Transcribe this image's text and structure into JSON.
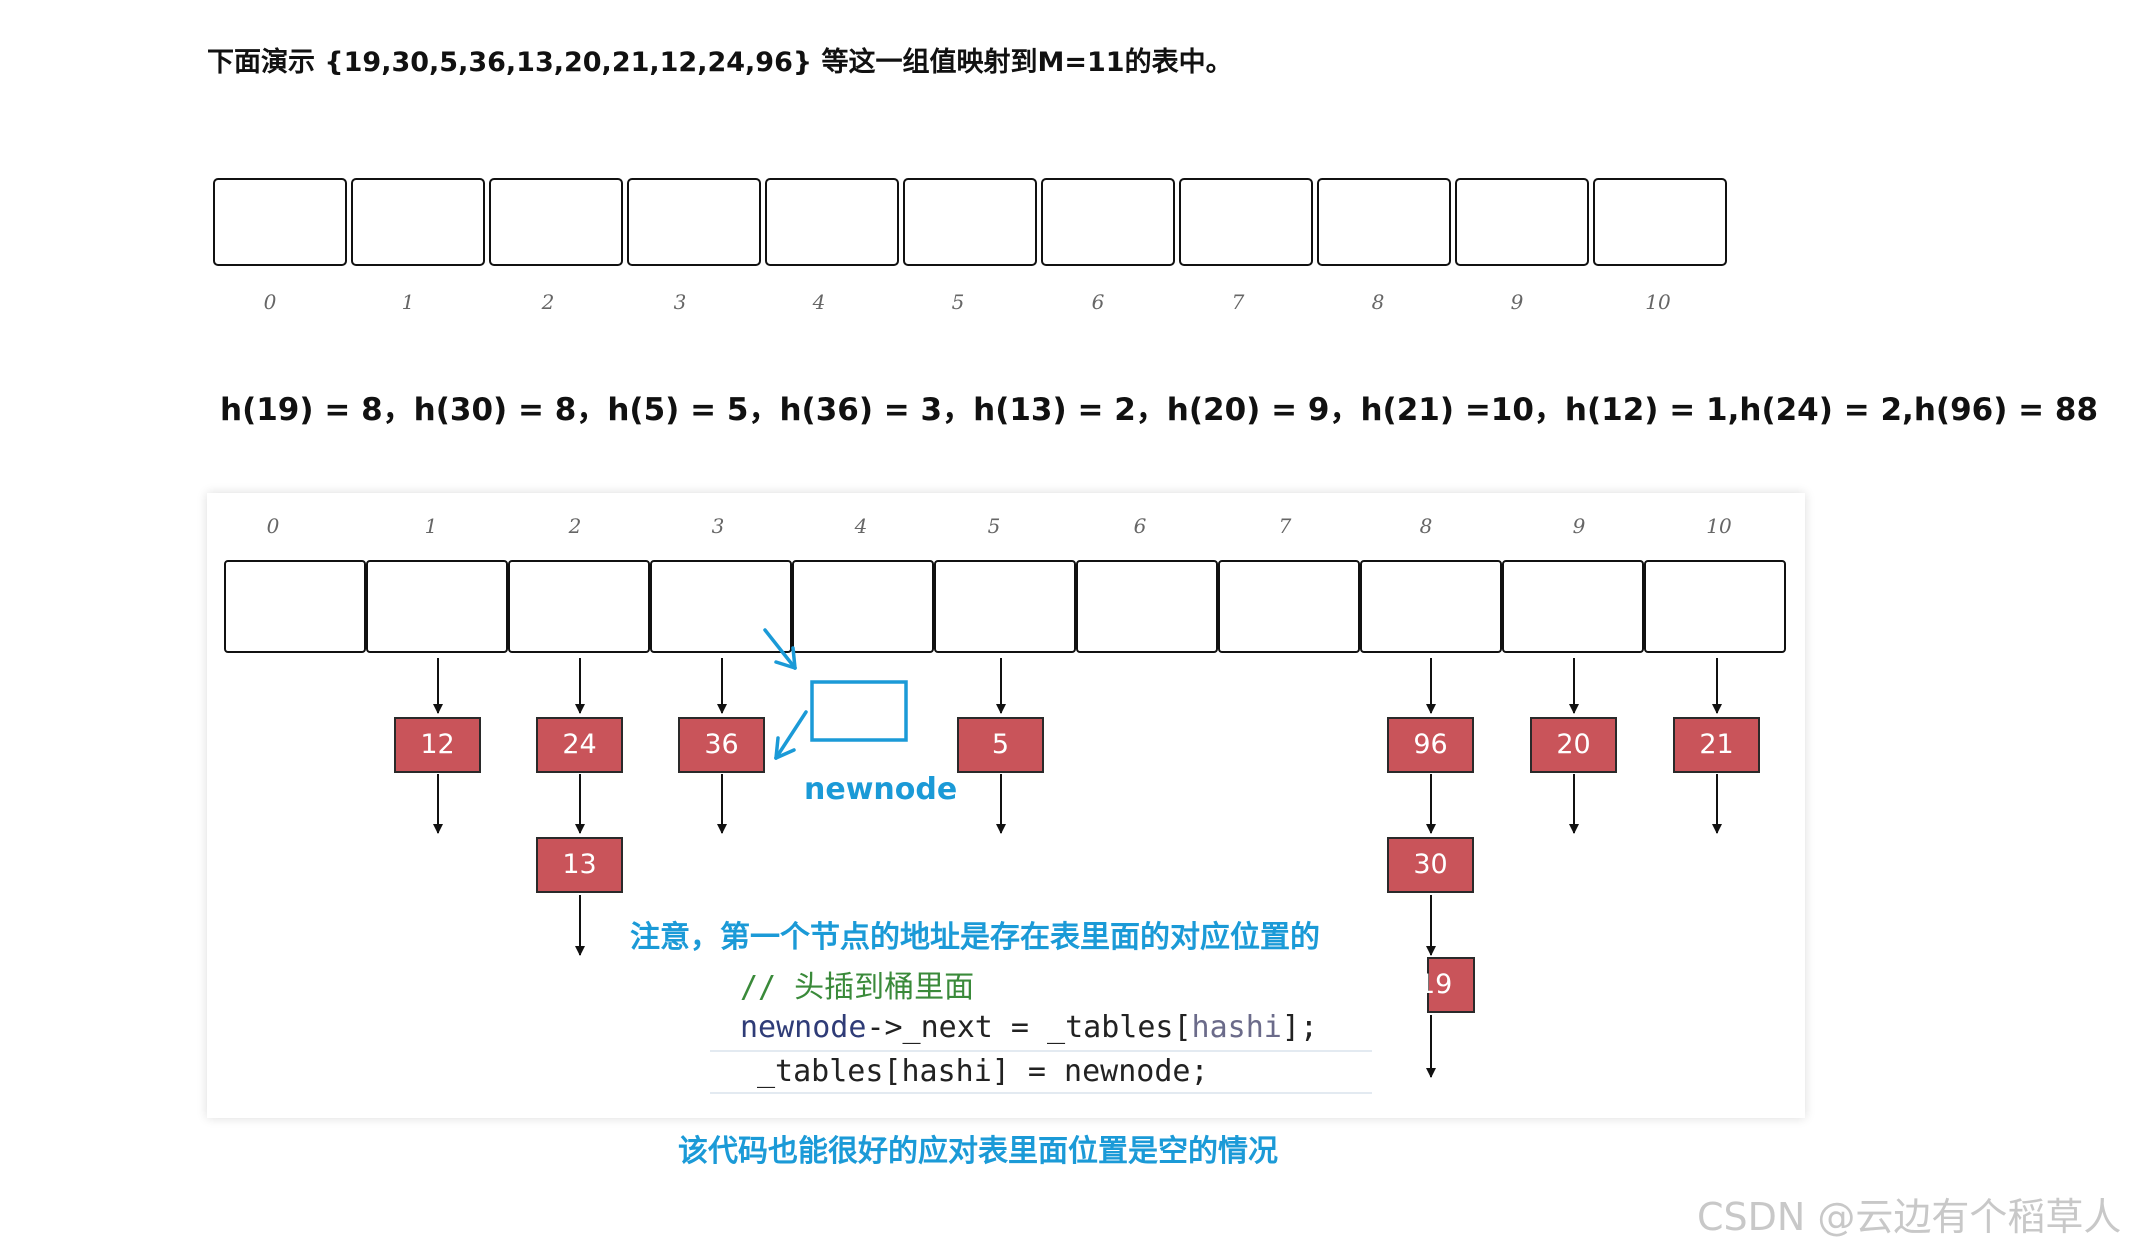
{
  "title": "下面演示 {19,30,5,36,13,20,21,12,24,96} 等这一组值映射到M=11的表中。",
  "indices": [
    "0",
    "1",
    "2",
    "3",
    "4",
    "5",
    "6",
    "7",
    "8",
    "9",
    "10"
  ],
  "formula": "h(19) = 8，h(30) = 8，h(5) = 5，h(36) = 3，h(13) = 2，h(20) = 9，h(21) =10，h(12) = 1,h(24) = 2,h(96) = 88",
  "buckets": [
    {
      "index": 1,
      "nodes": [
        "12"
      ]
    },
    {
      "index": 2,
      "nodes": [
        "24",
        "13"
      ]
    },
    {
      "index": 3,
      "nodes": [
        "36"
      ]
    },
    {
      "index": 5,
      "nodes": [
        "5"
      ]
    },
    {
      "index": 8,
      "nodes": [
        "96",
        "30",
        "19"
      ]
    },
    {
      "index": 9,
      "nodes": [
        "20"
      ]
    },
    {
      "index": 10,
      "nodes": [
        "21"
      ]
    }
  ],
  "newnode_label": "newnode",
  "note_first_node": "注意，第一个节点的地址是存在表里面的对应位置的",
  "code": {
    "comment": "// 头插到桶里面",
    "line1_ident": "newnode",
    "line1_rest": "->_next = _tables[",
    "line1_hashi": "hashi",
    "line1_end": "];",
    "line2": "_tables[hashi] = newnode;"
  },
  "note_empty": "该代码也能很好的应对表里面位置是空的情况",
  "watermark": "CSDN @云边有个稻草人",
  "colors": {
    "node_fill": "#c9545a",
    "accent_blue": "#1b9ad7",
    "comment_green": "#3a8a3a"
  }
}
